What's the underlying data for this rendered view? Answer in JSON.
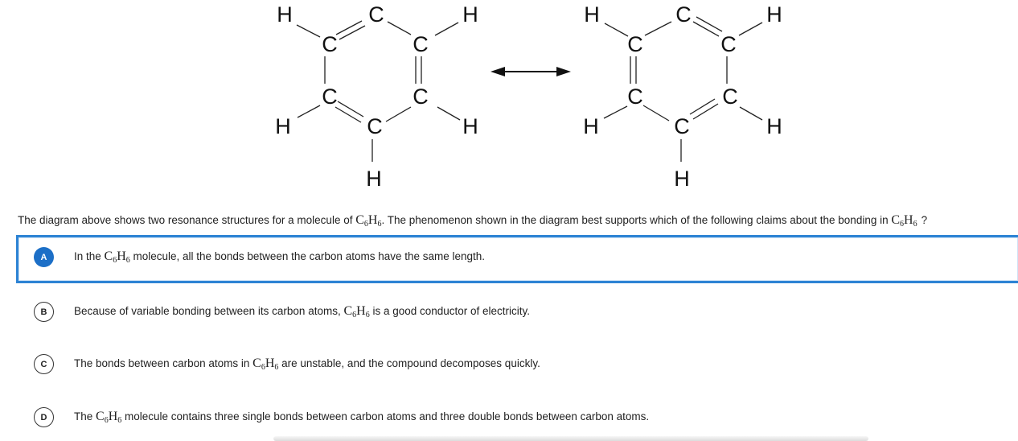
{
  "diagram": {
    "left": {
      "atoms": [
        "H",
        "C",
        "C",
        "H",
        "C",
        "C",
        "C",
        "C",
        "H",
        "H",
        "H",
        "H"
      ]
    },
    "right": {
      "atoms": [
        "H",
        "C",
        "C",
        "H",
        "C",
        "C",
        "C",
        "C",
        "H",
        "H",
        "H",
        "H"
      ]
    },
    "arrow": "resonance double-headed arrow"
  },
  "question": {
    "text_before": "The diagram above shows two resonance structures for a molecule of ",
    "text_middle": ". The phenomenon shown in the diagram best supports which of the following claims about the bonding in ",
    "formula_element_1": "C",
    "formula_sub_1": "6",
    "formula_element_2": "H",
    "formula_sub_2": "6",
    "end": "?"
  },
  "options": [
    {
      "letter": "A",
      "selected": true,
      "before": "In the ",
      "after": " molecule, all the bonds between the carbon atoms have the same length."
    },
    {
      "letter": "B",
      "selected": false,
      "before": "Because of variable bonding between its carbon atoms, ",
      "after": " is a good conductor of electricity."
    },
    {
      "letter": "C",
      "selected": false,
      "before": "The bonds between carbon atoms in ",
      "after": " are unstable, and the compound decomposes quickly."
    },
    {
      "letter": "D",
      "selected": false,
      "before": "The ",
      "after": " molecule contains three single bonds between carbon atoms and three double bonds between carbon atoms."
    }
  ],
  "colors": {
    "accent": "#1c6fc7",
    "selected_border": "#2d83d4"
  }
}
